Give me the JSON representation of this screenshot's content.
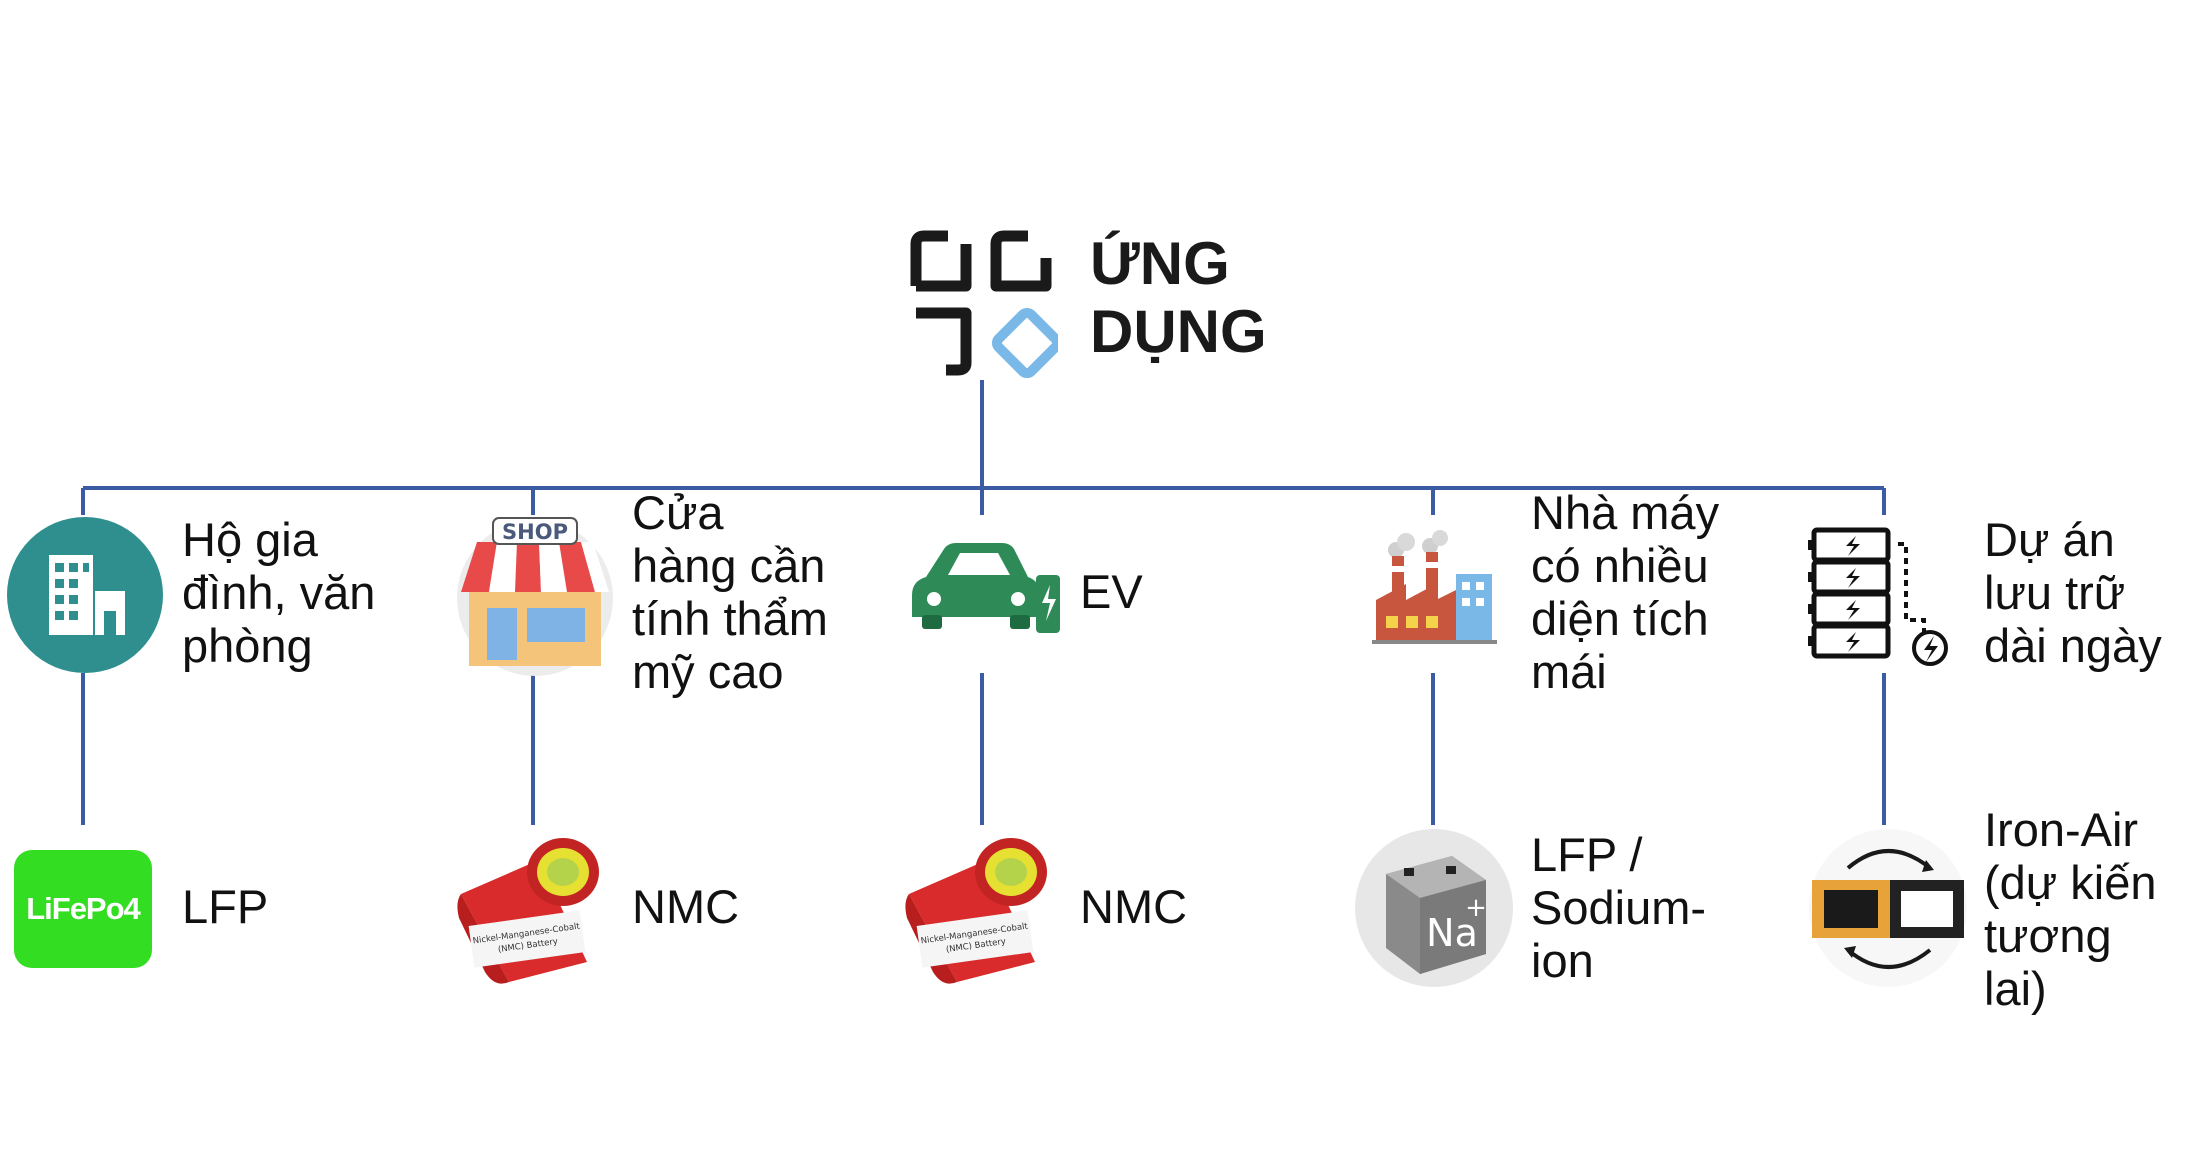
{
  "header": {
    "title_line1": "ỨNG",
    "title_line2": "DỤNG",
    "icon": "apps-grid-icon"
  },
  "categories": [
    {
      "label": "Hộ gia đình, văn phòng",
      "lines": [
        "Hộ gia",
        "đình, văn",
        "phòng"
      ],
      "icon": "office-building-icon",
      "color": "#2f8f8f"
    },
    {
      "label": "Cửa hàng cần tính thẩm mỹ cao",
      "lines": [
        "Cửa",
        "hàng cần",
        "tính thẩm",
        "mỹ cao"
      ],
      "icon": "shop-icon",
      "color": "#e84a4a"
    },
    {
      "label": "EV",
      "lines": [
        "EV"
      ],
      "icon": "electric-car-icon",
      "color": "#2e8b57"
    },
    {
      "label": "Nhà máy có nhiều diện tích mái",
      "lines": [
        "Nhà máy",
        "có nhiều",
        "diện tích",
        "mái"
      ],
      "icon": "factory-icon",
      "color": "#c8563e"
    },
    {
      "label": "Dự án lưu trữ dài ngày",
      "lines": [
        "Dự án",
        "lưu trữ",
        "dài ngày"
      ],
      "icon": "battery-storage-icon",
      "color": "#111111"
    }
  ],
  "batteries": [
    {
      "label": "LFP",
      "lines": [
        "LFP"
      ],
      "icon": "lifepo4-icon",
      "icon_text": "LiFePo4",
      "color": "#33dd22"
    },
    {
      "label": "NMC",
      "lines": [
        "NMC"
      ],
      "icon": "nmc-battery-icon",
      "icon_text": "Nickel-Manganese-Cobalt (NMC) Battery",
      "color": "#d92b2b"
    },
    {
      "label": "NMC",
      "lines": [
        "NMC"
      ],
      "icon": "nmc-battery-icon",
      "icon_text": "Nickel-Manganese-Cobalt (NMC) Battery",
      "color": "#d92b2b"
    },
    {
      "label": "LFP / Sodium-ion",
      "lines": [
        "LFP /",
        "Sodium-",
        "ion"
      ],
      "icon": "sodium-ion-icon",
      "icon_text": "Na+",
      "color": "#8a8a8a"
    },
    {
      "label": "Iron-Air (dự kiến tương lai)",
      "lines": [
        "Iron-Air",
        "(dự kiến",
        "tương",
        "lai)"
      ],
      "icon": "iron-air-cycle-icon",
      "icon_text": "",
      "color": "#e8a23a"
    }
  ],
  "colors": {
    "connector": "#3b5ba5",
    "accent": "#7ab8e8",
    "dark": "#1a1a1a"
  }
}
